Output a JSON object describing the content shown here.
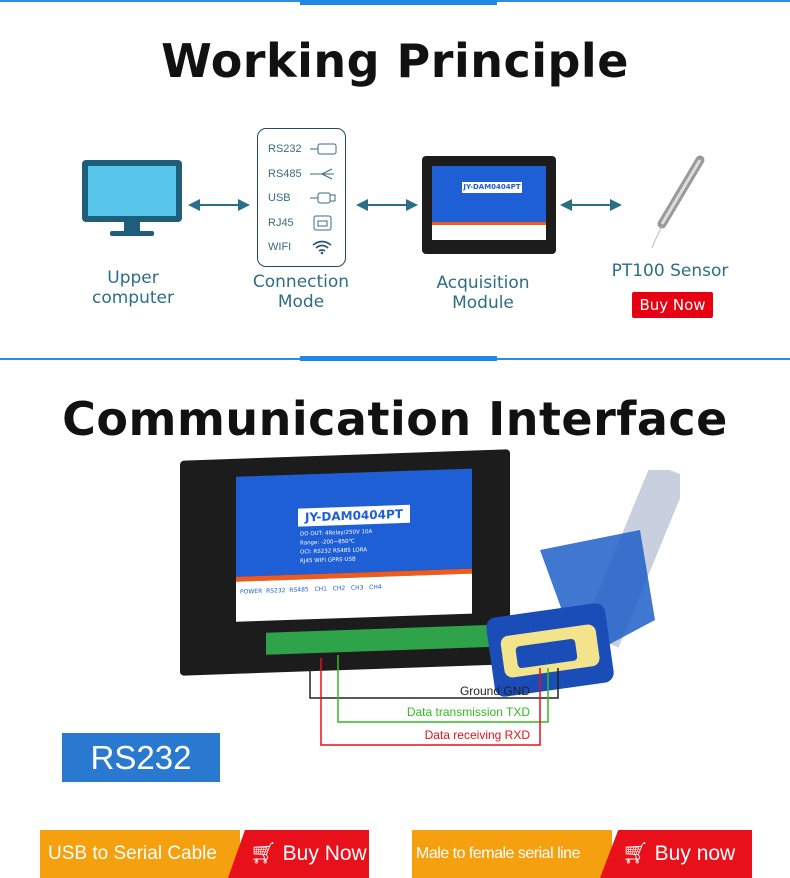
{
  "section1": {
    "title": "Working Principle",
    "upper_computer": [
      "Upper",
      "computer"
    ],
    "connection_mode": [
      "Connection",
      "Mode"
    ],
    "connections": [
      {
        "label": "RS232",
        "icon": "db9-connector-icon"
      },
      {
        "label": "RS485",
        "icon": "rs485-fork-icon"
      },
      {
        "label": "USB",
        "icon": "usb-plug-icon"
      },
      {
        "label": "RJ45",
        "icon": "rj45-port-icon"
      },
      {
        "label": "WIFI",
        "icon": "wifi-icon"
      }
    ],
    "acquisition_module": [
      "Acquisition",
      "Module"
    ],
    "sensor": "PT100 Sensor",
    "buy_now": "Buy Now",
    "module_model": "JY-DAM0404PT"
  },
  "section2": {
    "title": "Communication Interface",
    "module_model": "JY-DAM0404PT",
    "module_specs": [
      "DO OUT: 4Relay/250V 10A",
      "Range: -200~850℃",
      "OCI: RS232 RS485 LORA",
      "RJ45 WIFI GPRS USB"
    ],
    "terminal_labels": "POWER  RS232  RS485   CH1   CH2   CH3   CH4",
    "wires": [
      {
        "label": "Ground GND",
        "color": "#222222"
      },
      {
        "label": "Data transmission TXD",
        "color": "#33bb22"
      },
      {
        "label": "Data receiving RXD",
        "color": "#e8101a"
      }
    ],
    "interface_badge": "RS232"
  },
  "banners": [
    {
      "text": "USB to Serial Cable",
      "buy": "Buy Now"
    },
    {
      "text": "Male to female serial line",
      "buy": "Buy now"
    }
  ],
  "colors": {
    "accent": "#1e88e5",
    "text_teal": "#2d6e85",
    "buy_red": "#e60012",
    "banner_orange": "#f5a00f"
  }
}
